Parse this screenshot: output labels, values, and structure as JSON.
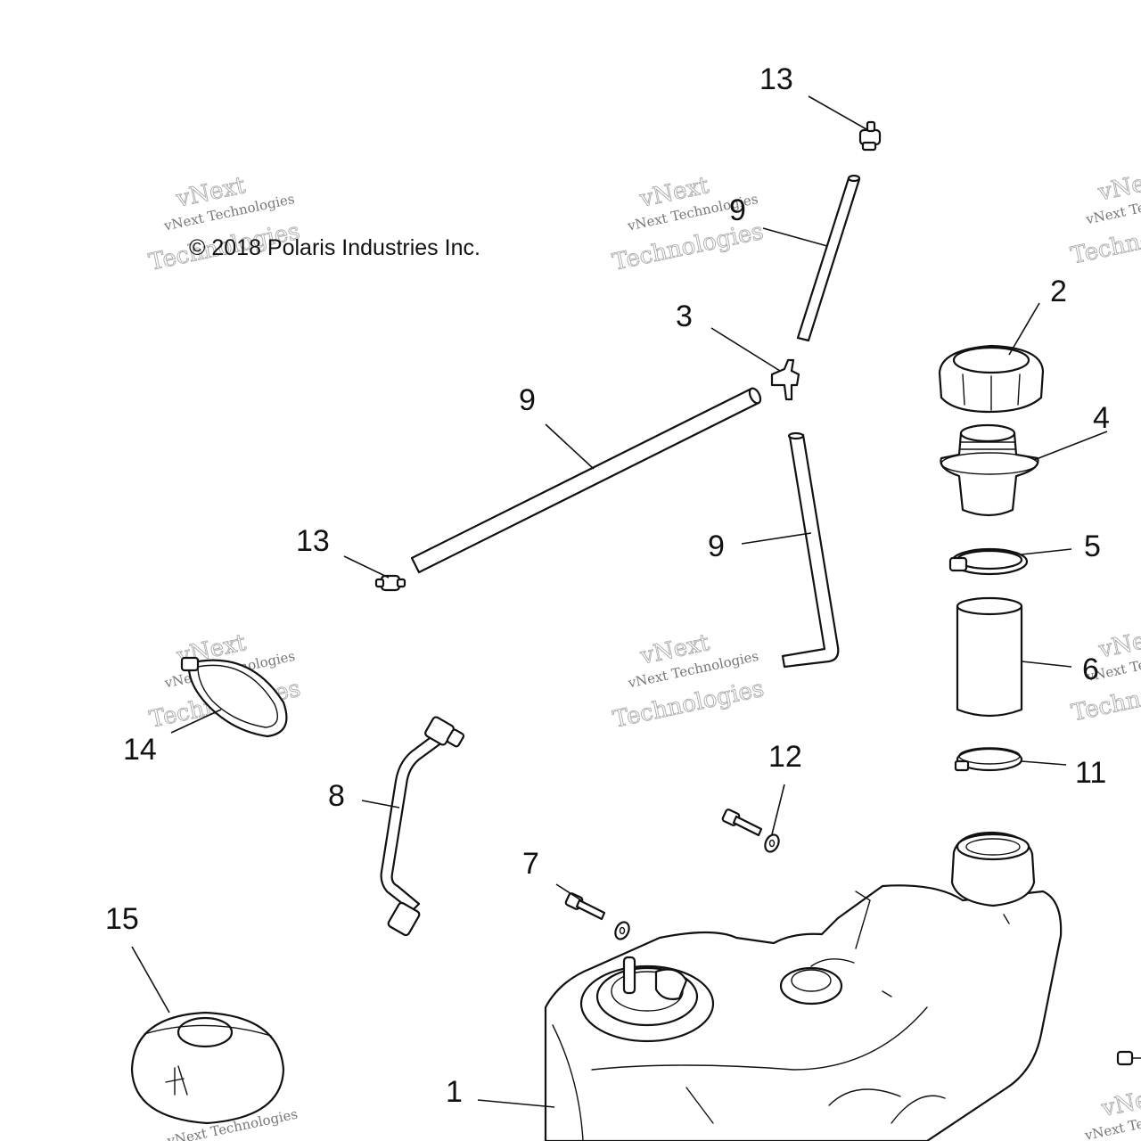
{
  "copyright": "© 2018 Polaris Industries Inc.",
  "watermark": {
    "line1": "vNext",
    "line2": "vNext Technologies",
    "line3": "Technologies"
  },
  "callouts": {
    "c13a": "13",
    "c9a": "9",
    "c2": "2",
    "c3": "3",
    "c9b": "9",
    "c4": "4",
    "c13b": "13",
    "c9c": "9",
    "c5": "5",
    "c6": "6",
    "c14": "14",
    "c11": "11",
    "c12": "12",
    "c8": "8",
    "c7": "7",
    "c15": "15",
    "c1": "1"
  },
  "colors": {
    "line": "#111111",
    "background": "#ffffff",
    "watermark": "#aaaaaa"
  }
}
